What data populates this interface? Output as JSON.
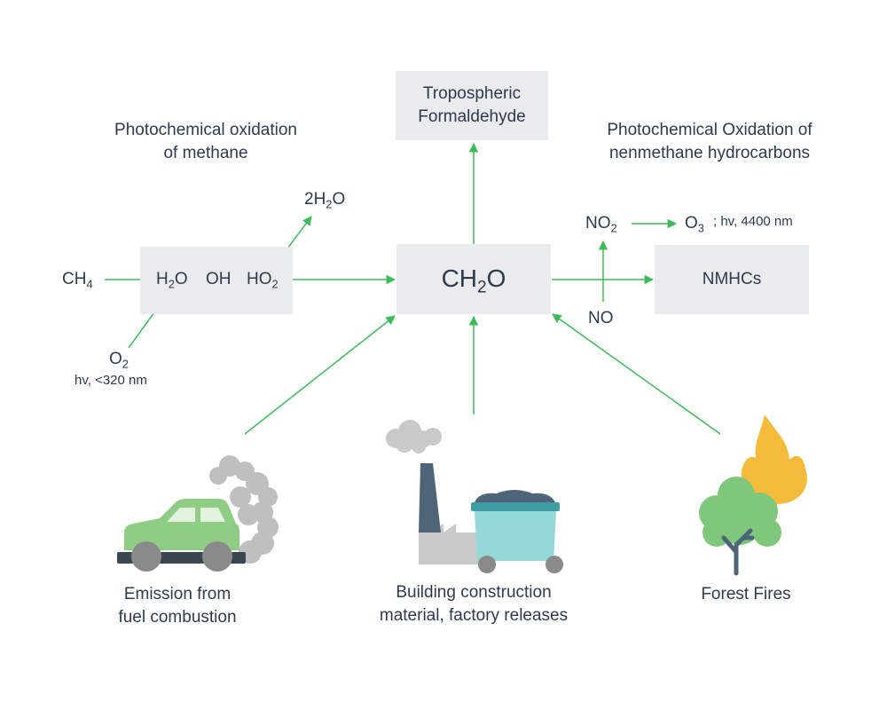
{
  "top_box": {
    "line1": "Tropospheric",
    "line2": "Formaldehyde"
  },
  "left_heading": {
    "line1": "Photochemical oxidation",
    "line2": "of methane"
  },
  "right_heading": {
    "line1": "Photochemical Oxidation of",
    "line2": "nenmethane hydrocarbons"
  },
  "methane": {
    "ch4": "CH",
    "ch4_sub": "4",
    "h2o": "H",
    "h2o_sub": "2",
    "h2o_end": "O",
    "oh": "OH",
    "ho2": "HO",
    "ho2_sub": "2",
    "water_out": "2H",
    "water_sub": "2",
    "water_end": "O",
    "o2": "O",
    "o2_sub": "2",
    "uv": "hv, <320 nm"
  },
  "center": {
    "ch2o": "CH",
    "ch2o_sub": "2",
    "ch2o_end": "O"
  },
  "nmhc": {
    "box": "NMHCs",
    "no2": "NO",
    "no2_sub": "2",
    "o3": "O",
    "o3_sub": "3",
    "o3_note": "; hv, 4400 nm",
    "no": "NO"
  },
  "sources": [
    {
      "line1": "Emission from",
      "line2": "fuel combustion",
      "icon": "car-icon"
    },
    {
      "line1": "Building construction",
      "line2": "material, factory releases",
      "icon": "factory-icon"
    },
    {
      "line1": "Forest Fires",
      "icon": "forest-fire-icon"
    }
  ],
  "colors": {
    "arrow": "#3dbb5a",
    "box": "#e9ebec",
    "text": "#2e3a4e",
    "car": "#8fcd84",
    "smoke": "#bfbfbf",
    "chimney": "#4d6577",
    "cart": "#95d8d8",
    "flame": "#f4bb3b",
    "tree": "#7fc77b"
  }
}
